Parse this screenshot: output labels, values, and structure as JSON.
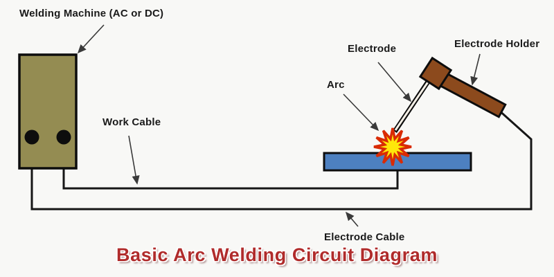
{
  "title": "Basic Arc Welding Circuit Diagram",
  "labels": {
    "welding_machine": "Welding Machine (AC or DC)",
    "work_cable": "Work Cable",
    "electrode": "Electrode",
    "electrode_holder": "Electrode Holder",
    "arc": "Arc",
    "electrode_cable": "Electrode Cable"
  },
  "colors": {
    "background": "#F8F8F6",
    "machine_fill": "#948C52",
    "workpiece_fill": "#4D80C0",
    "holder_fill": "#8C4A1D",
    "electrode_core": "#F4EFE6",
    "arc_fill": "#FFE70A",
    "arc_outline": "#D92B05",
    "cable_stroke": "#161616",
    "label_color": "#1A1A1A",
    "title_color": "#B02B2B",
    "arrow_stroke": "#3A3A3A"
  }
}
